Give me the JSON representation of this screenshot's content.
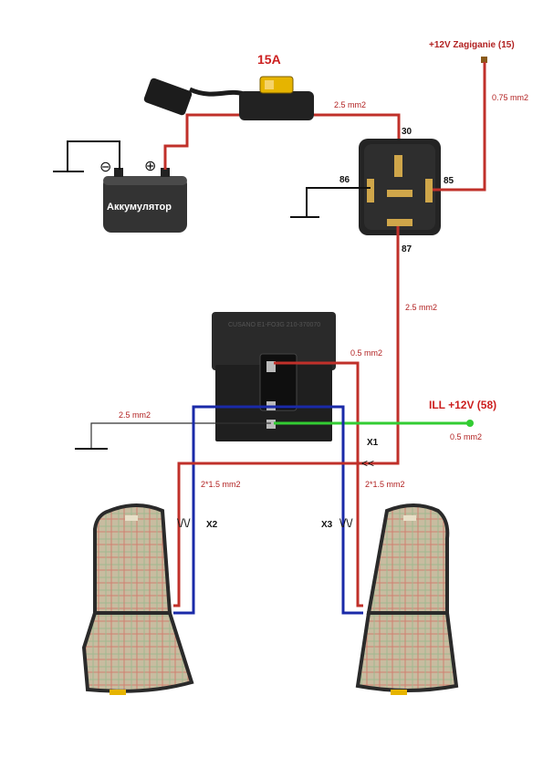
{
  "fuse": {
    "rating": "15A"
  },
  "battery": {
    "label": "Аккумулятор",
    "neg_symbol": "⊖",
    "pos_symbol": "⊕"
  },
  "ignition": {
    "label": "+12V Zagiganie (15)",
    "wire": "0.75 mm2"
  },
  "relay": {
    "pin30": "30",
    "pin85": "85",
    "pin86": "86",
    "pin87": "87",
    "module_marking": "CUSANO E1-FO3G 210-370070"
  },
  "wires": {
    "fuse_to_relay": "2.5 mm2",
    "relay87_down": "2.5 mm2",
    "switch_red": "0.5 mm2",
    "ground_left": "2.5 mm2",
    "ill_wire": "0.5 mm2",
    "left_seat": "2*1.5 mm2",
    "right_seat": "2*1.5 mm2"
  },
  "ill": {
    "label": "ILL +12V (58)"
  },
  "connectors": {
    "x1": "X1",
    "x2": "X2",
    "x3": "X3"
  },
  "colors": {
    "red_wire": "#c0302a",
    "blue_wire": "#1a2aa8",
    "green_wire": "#33cc33",
    "label_red": "#b22222"
  }
}
